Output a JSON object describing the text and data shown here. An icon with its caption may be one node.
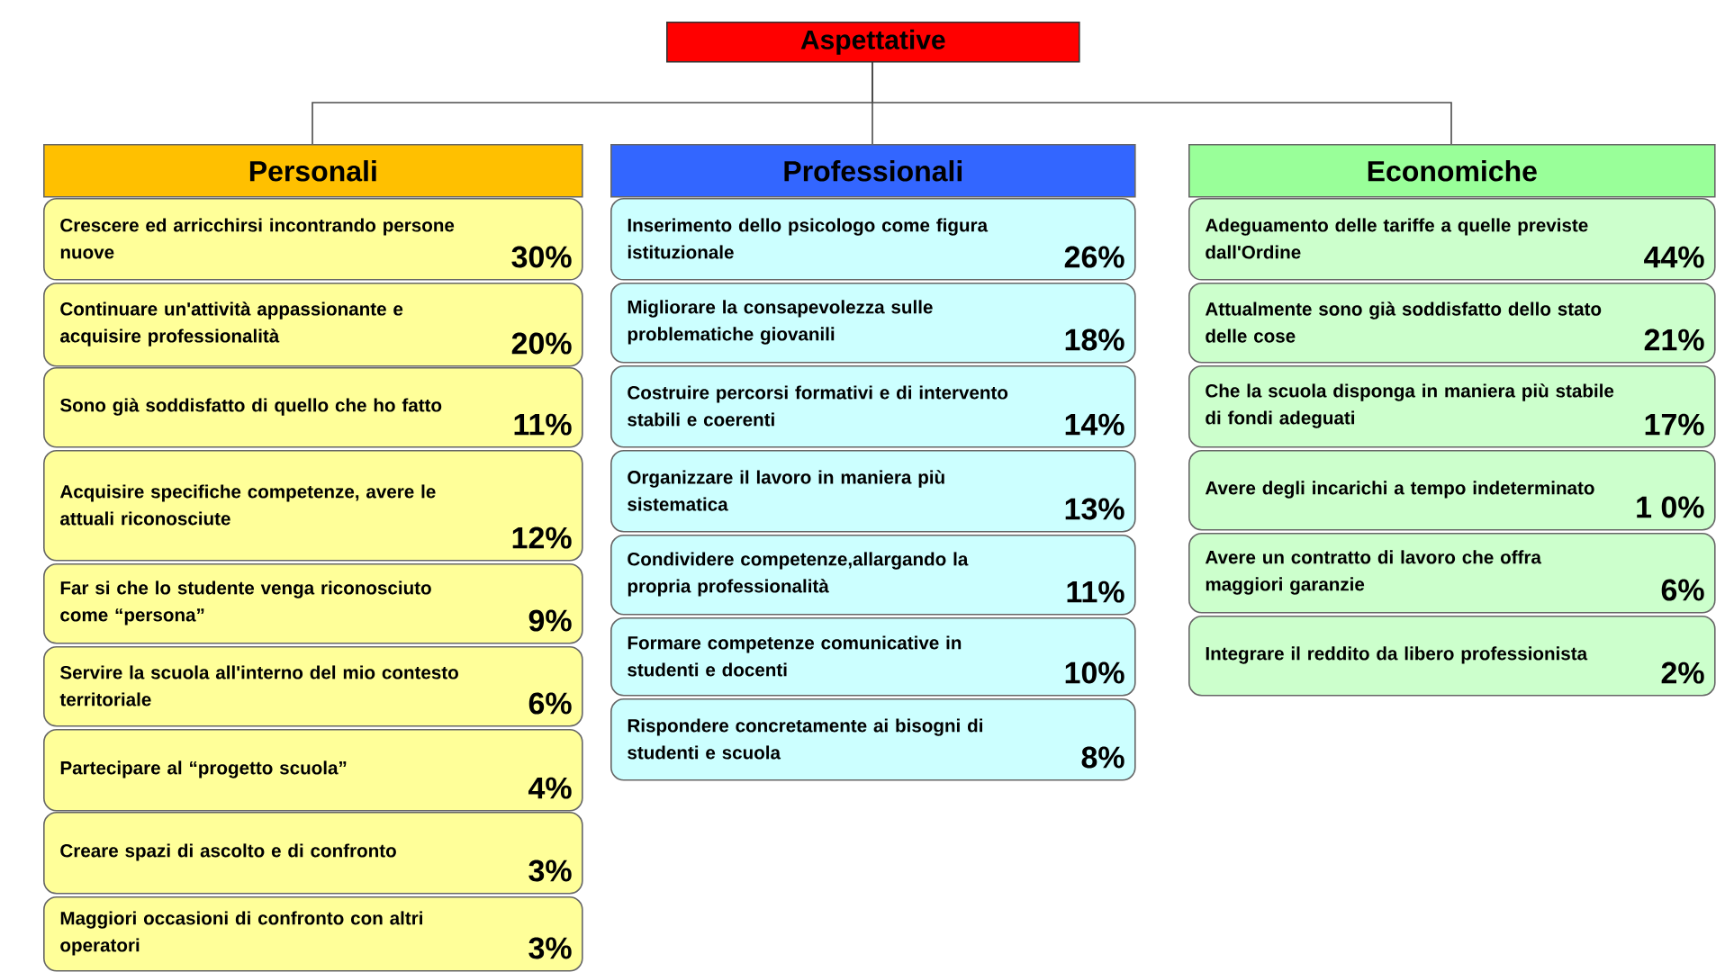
{
  "diagram": {
    "nodes": [
      {
        "text": [
          "Aspettative"
        ]
      },
      {
        "text": [
          "Personali"
        ]
      },
      {
        "text": [
          "Crescere ed arricchirsi incontrando persone nuove",
          "30%"
        ]
      },
      {
        "text": [
          "Continuare un'attività appassionante e acquisire professionalità",
          "20%"
        ]
      },
      {
        "text": [
          "Sono già soddisfatto di quello che ho fatto",
          "11%"
        ]
      },
      {
        "text": [
          "Acquisire specifiche competenze, avere le attuali riconosciute",
          "12%"
        ]
      },
      {
        "text": [
          "Far si che lo studente venga riconosciuto come “persona”",
          "9%"
        ]
      },
      {
        "text": [
          "Servire la scuola all'interno del mio contesto territoriale",
          "6%"
        ]
      },
      {
        "text": [
          "Partecipare al “progetto scuola”",
          "4%"
        ]
      },
      {
        "text": [
          "Creare spazi di ascolto e di confronto",
          "3%"
        ]
      },
      {
        "text": [
          "Maggiori occasioni di confronto con altri operatori",
          "3%"
        ]
      },
      {
        "text": [
          "Professionali"
        ]
      },
      {
        "text": [
          "Inserimento dello psicologo come figura istituzionale",
          "26%"
        ]
      },
      {
        "text": [
          "Migliorare la consapevolezza sulle problematiche giovanili",
          "18%"
        ]
      },
      {
        "text": [
          "Costruire percorsi formativi e di intervento stabili e coerenti",
          "14%"
        ]
      },
      {
        "text": [
          "Organizzare il lavoro in maniera più sistematica",
          "13%"
        ]
      },
      {
        "text": [
          "Condividere competenze,allargando la propria professionalità",
          "11%"
        ]
      },
      {
        "text": [
          "Formare competenze comunicative in studenti e docenti",
          "10%"
        ]
      },
      {
        "text": [
          "Rispondere concretamente ai bisogni di studenti e scuola",
          "8%"
        ]
      },
      {
        "text": [
          "Economiche"
        ]
      },
      {
        "text": [
          "Adeguamento delle tariffe a quelle previste dall'Ordine",
          "44%"
        ]
      },
      {
        "text": [
          "Attualmente sono già soddisfatto dello stato delle cose",
          "21%"
        ]
      },
      {
        "text": [
          "Che la scuola disponga in maniera più stabile di fondi adeguati",
          "17%"
        ]
      },
      {
        "text": [
          "Avere degli incarichi a tempo indeterminato",
          "1 0%"
        ]
      },
      {
        "text": [
          "Avere un contratto di lavoro che offra maggiori garanzie",
          "6%"
        ]
      },
      {
        "text": [
          "Integrare il reddito da libero professionista",
          "2%"
        ]
      }
    ],
    "edges": [
      {
        "from": 0,
        "to": 1,
        "arrow": "none"
      },
      {
        "from": 0,
        "to": 11,
        "arrow": "none"
      },
      {
        "from": 0,
        "to": 19,
        "arrow": "none"
      }
    ]
  }
}
